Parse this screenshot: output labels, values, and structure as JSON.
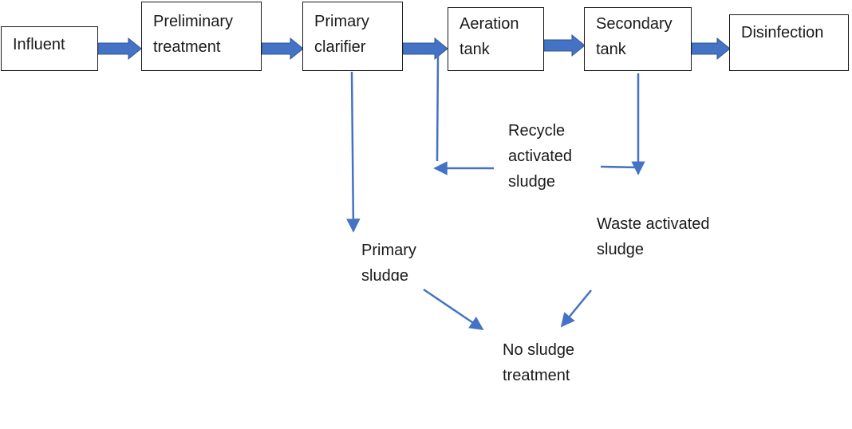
{
  "colors": {
    "arrow_fill": "#4472c4",
    "arrow_stroke": "#2f5597",
    "box_border": "#1a1a1a",
    "text": "#1a1a1a"
  },
  "process_boxes": [
    {
      "id": "influent",
      "lines": [
        "Influent"
      ]
    },
    {
      "id": "preliminary-treatment",
      "lines": [
        "Preliminary",
        "treatment"
      ]
    },
    {
      "id": "primary-clarifier",
      "lines": [
        "Primary",
        "clarifier"
      ]
    },
    {
      "id": "aeration-tank",
      "lines": [
        "Aeration",
        "tank"
      ]
    },
    {
      "id": "secondary-tank",
      "lines": [
        "Secondary",
        "tank"
      ]
    },
    {
      "id": "disinfection",
      "lines": [
        "Disinfection"
      ]
    }
  ],
  "labels": {
    "recycle": [
      "Recycle",
      "activated",
      "sludge"
    ],
    "waste": [
      "Waste activated",
      "sludge"
    ],
    "primary_sludge": [
      "Primary",
      "sludge"
    ],
    "no_treatment": [
      "No sludge",
      "treatment"
    ]
  }
}
